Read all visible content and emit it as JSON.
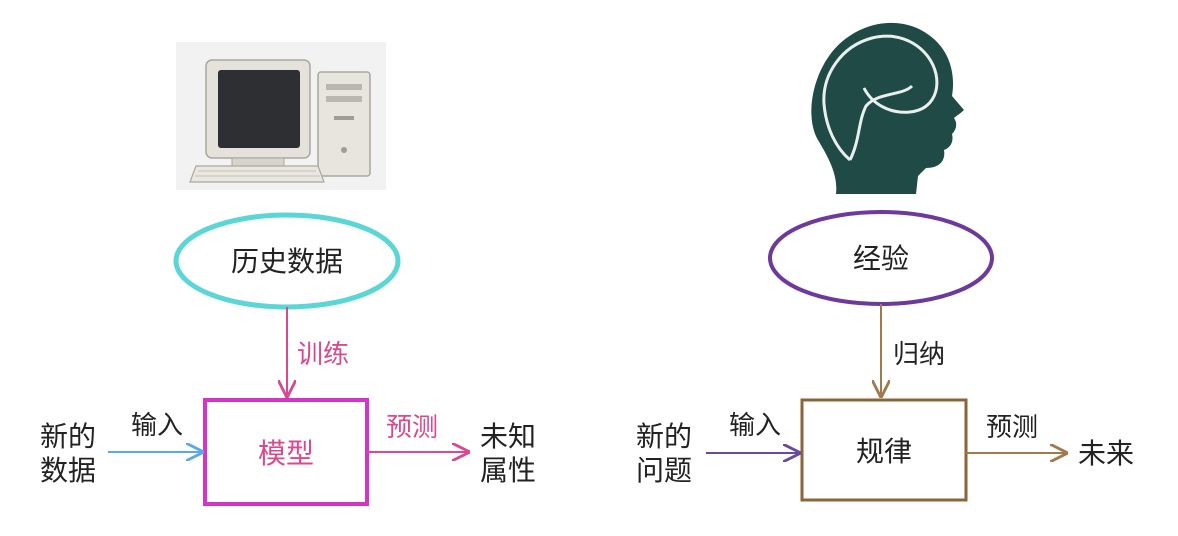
{
  "colors": {
    "teal": "#5ad6d6",
    "magenta": "#d335c9",
    "pink": "#d9498f",
    "blue": "#5aa9e8",
    "purple": "#6d3a9c",
    "purple_arrow": "#6a4a9a",
    "brown": "#8b6538",
    "brown_arrow": "#a07a4c",
    "head": "#1f4a45",
    "text": "#222222"
  },
  "left": {
    "image": "computer-image",
    "source": "历史数据",
    "train": "训练",
    "model": "模型",
    "input_label": "输入",
    "input_line1": "新的",
    "input_line2": "数据",
    "predict": "预测",
    "output_line1": "未知",
    "output_line2": "属性"
  },
  "right": {
    "image": "head-silhouette-image",
    "source": "经验",
    "induce": "归纳",
    "rule": "规律",
    "input_label": "输入",
    "input_line1": "新的",
    "input_line2": "问题",
    "predict": "预测",
    "output": "未来"
  }
}
